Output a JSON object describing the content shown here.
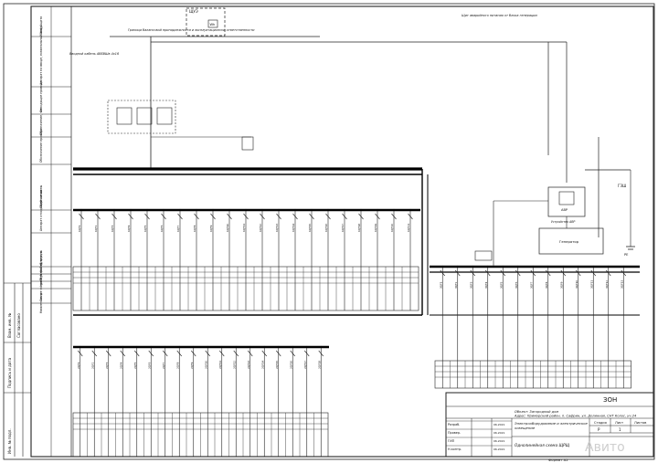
{
  "stamp": {
    "code": "ЗОН",
    "object_lines": [
      "Объект: Загородный дом",
      "Адрес: Приморский район, п. Сафрин, ул. Долинная, СНТ Колос, уч.24"
    ],
    "title_lines": [
      "Электрооборудование и электрическое",
      "освещение"
    ],
    "sheet_title": "Однолинейная схема ЩРЩ",
    "roles": [
      "Разраб.",
      "Провер.",
      "ГИП",
      "Н.контр."
    ],
    "dates": [
      "06.2021",
      "06.2021",
      "06.2021",
      "06.2021"
    ],
    "col_headers": [
      "Стадия",
      "Лист",
      "Листов"
    ],
    "stage": "Р",
    "sheet": "1",
    "format": "Формат А2"
  },
  "side_stamp": {
    "labels": [
      "Инв. № подл.",
      "Подпись и дата",
      "Взам. инв. №",
      "Согласовано"
    ]
  },
  "left_rows": [
    "Шифр щита",
    "Аппарат на вводе, номинальный ток, А",
    "Отходящие провода",
    "Обозначение, тип",
    "Обозначение провода",
    "Сборные шины",
    "Аппарат отходящей линии",
    "Длина, м",
    "Номер группы",
    "Р уст, кВт",
    "I расч, А",
    "Cos φ",
    "Наименование потребителя"
  ],
  "top_notes": {
    "input_panel": "ЩУЭ",
    "input_note": "Граница балансовой принадлежности и эксплуатационной ответственности",
    "right_note": "Щит аварийного питания от блока генерации",
    "cable_note": "Вводной кабель АВБбШв 4х16",
    "meter": "Wh",
    "ground": "ГЗШ",
    "ground_pe": "PE",
    "generator": "Генератор",
    "ats": "АВР",
    "ats_label": "Устройство АВР"
  },
  "group_labels": {
    "upper": [
      "1QF1",
      "1QF2",
      "1QF3",
      "1QF4",
      "1QF5",
      "1QF6",
      "1QF7",
      "1QF8",
      "1QF9",
      "1QF10",
      "1QF11",
      "1QF12",
      "1QF13",
      "1QF14",
      "1QF15",
      "1QF16",
      "1QF17",
      "1QF18",
      "1QF19",
      "1QF20",
      "1QF21"
    ],
    "lower": [
      "2QF1",
      "2QF2",
      "2QF3",
      "2QF4",
      "2QF5",
      "2QF6",
      "2QF7",
      "2QF8",
      "2QF9",
      "2QF10",
      "2QF11",
      "2QF12",
      "2QF13",
      "2QF14",
      "2QF15",
      "2QF16",
      "2QF17",
      "2QF18"
    ],
    "right": [
      "3QF1",
      "3QF2",
      "3QF3",
      "3QF4",
      "3QF5",
      "3QF6",
      "3QF7",
      "3QF8",
      "3QF9",
      "3QF10",
      "3QF11",
      "3QF12",
      "3QF13"
    ]
  },
  "watermark": "Авито"
}
